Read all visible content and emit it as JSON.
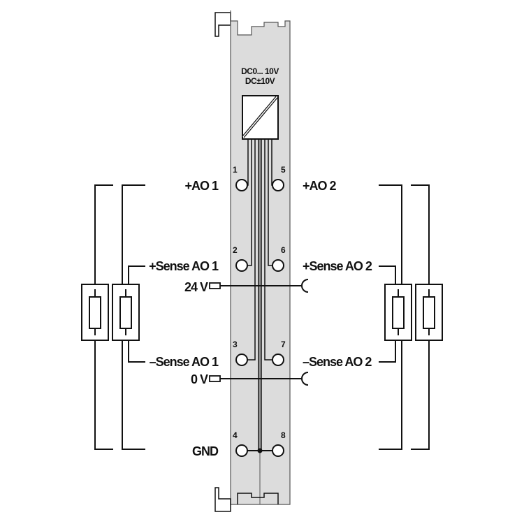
{
  "module": {
    "range_line1": "DC0... 10V",
    "range_line2": "DC±10V",
    "body_color": "#dcdcdc"
  },
  "terminals": {
    "left": [
      {
        "num": "1",
        "label": "+AO 1"
      },
      {
        "num": "2",
        "label": "+Sense AO 1"
      },
      {
        "num": "3",
        "label": "–Sense AO 1"
      },
      {
        "num": "4",
        "label": "GND"
      }
    ],
    "right": [
      {
        "num": "5",
        "label": "+AO 2"
      },
      {
        "num": "6",
        "label": "+Sense AO 2"
      },
      {
        "num": "7",
        "label": "–Sense AO 2"
      },
      {
        "num": "8",
        "label": ""
      }
    ]
  },
  "supply": {
    "v24": "24 V",
    "v0": "0 V"
  }
}
